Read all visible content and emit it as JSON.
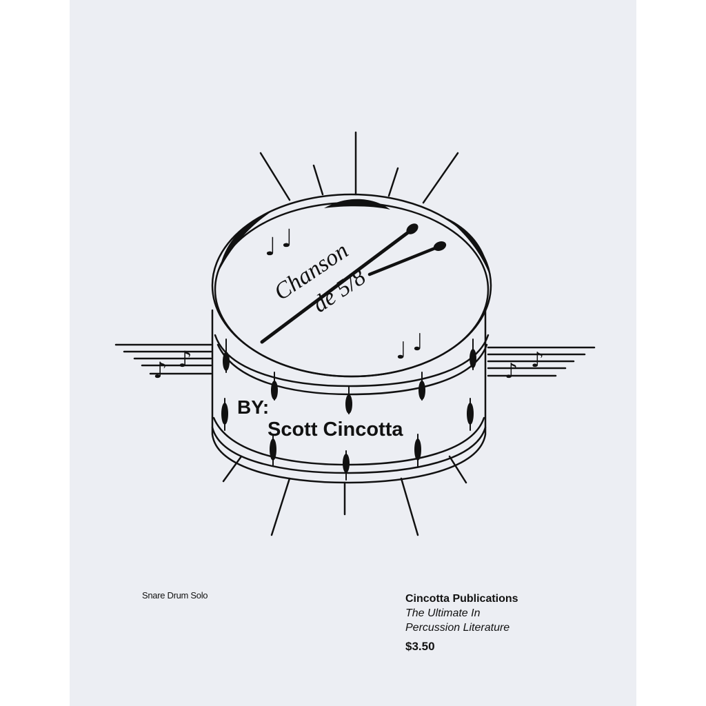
{
  "cover": {
    "title_line1": "Chanson",
    "title_line2": "de 5/8",
    "by_label": "BY:",
    "composer": "Scott Cincotta",
    "genre": "Snare Drum Solo",
    "publisher": "Cincotta Publications",
    "tagline_line1": "The Ultimate In",
    "tagline_line2": "Percussion Literature",
    "price": "$3.50"
  },
  "colors": {
    "paper": "#eceef3",
    "ink": "#111111"
  },
  "icons": {
    "drum": "snare-drum-illustration",
    "sticks": "drumsticks",
    "notes": "music-notes"
  }
}
